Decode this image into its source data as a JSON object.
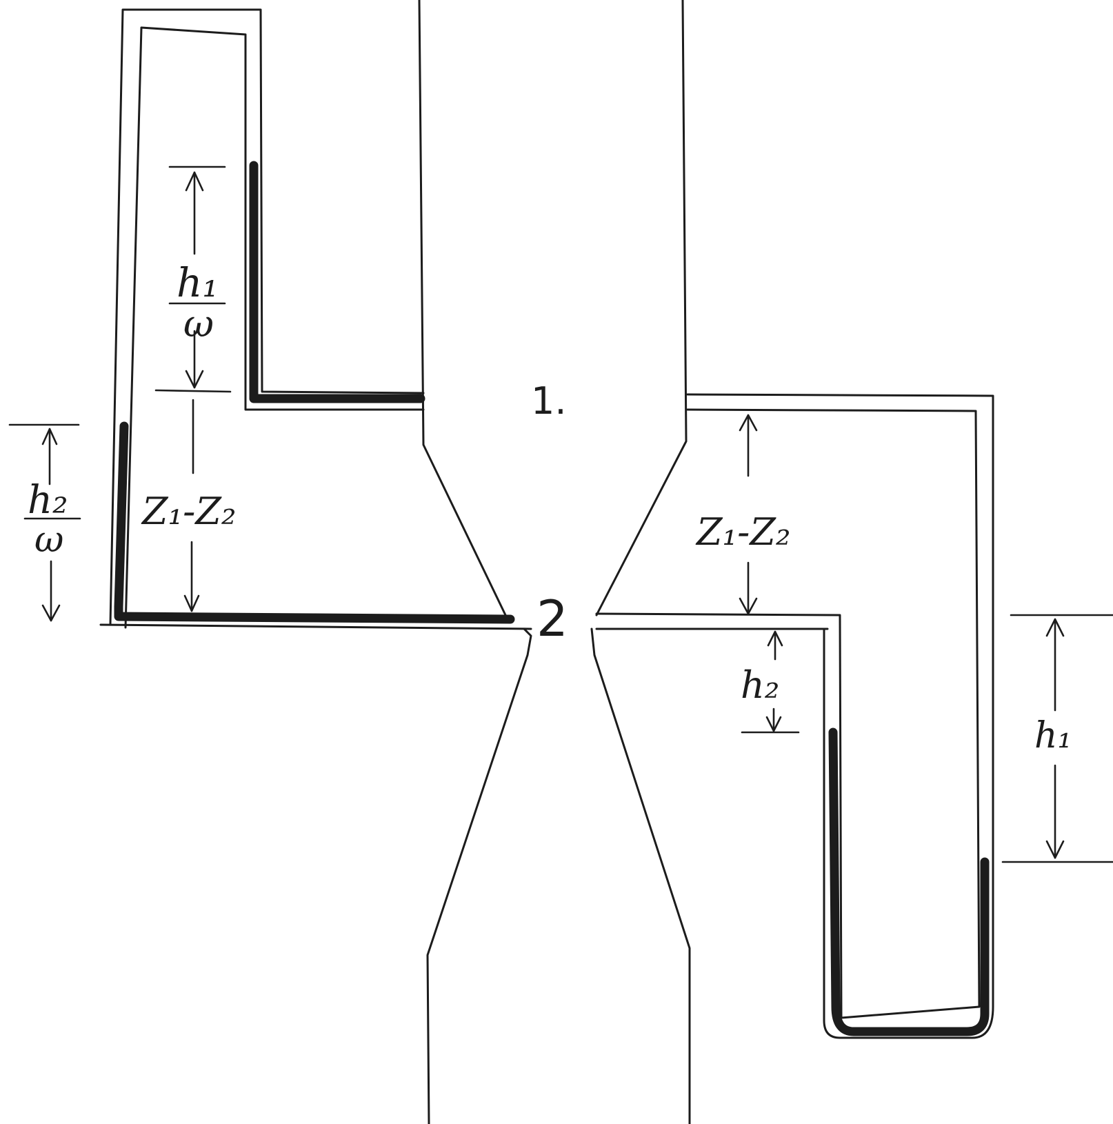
{
  "colors": {
    "ink": "#1c1c1c",
    "background": "#ffffff"
  },
  "sections": {
    "section_1": "1.",
    "section_2": "2"
  },
  "left_manometer": {
    "pressure_head_1": {
      "numerator": "h₁",
      "denominator": "ω"
    },
    "pressure_head_2": {
      "numerator": "h₂",
      "denominator": "ω"
    },
    "elevation_difference": "Z₁-Z₂"
  },
  "right_manometer": {
    "elevation_difference": "Z₁-Z₂",
    "head_2": "h₂",
    "head_1": "h₁"
  }
}
